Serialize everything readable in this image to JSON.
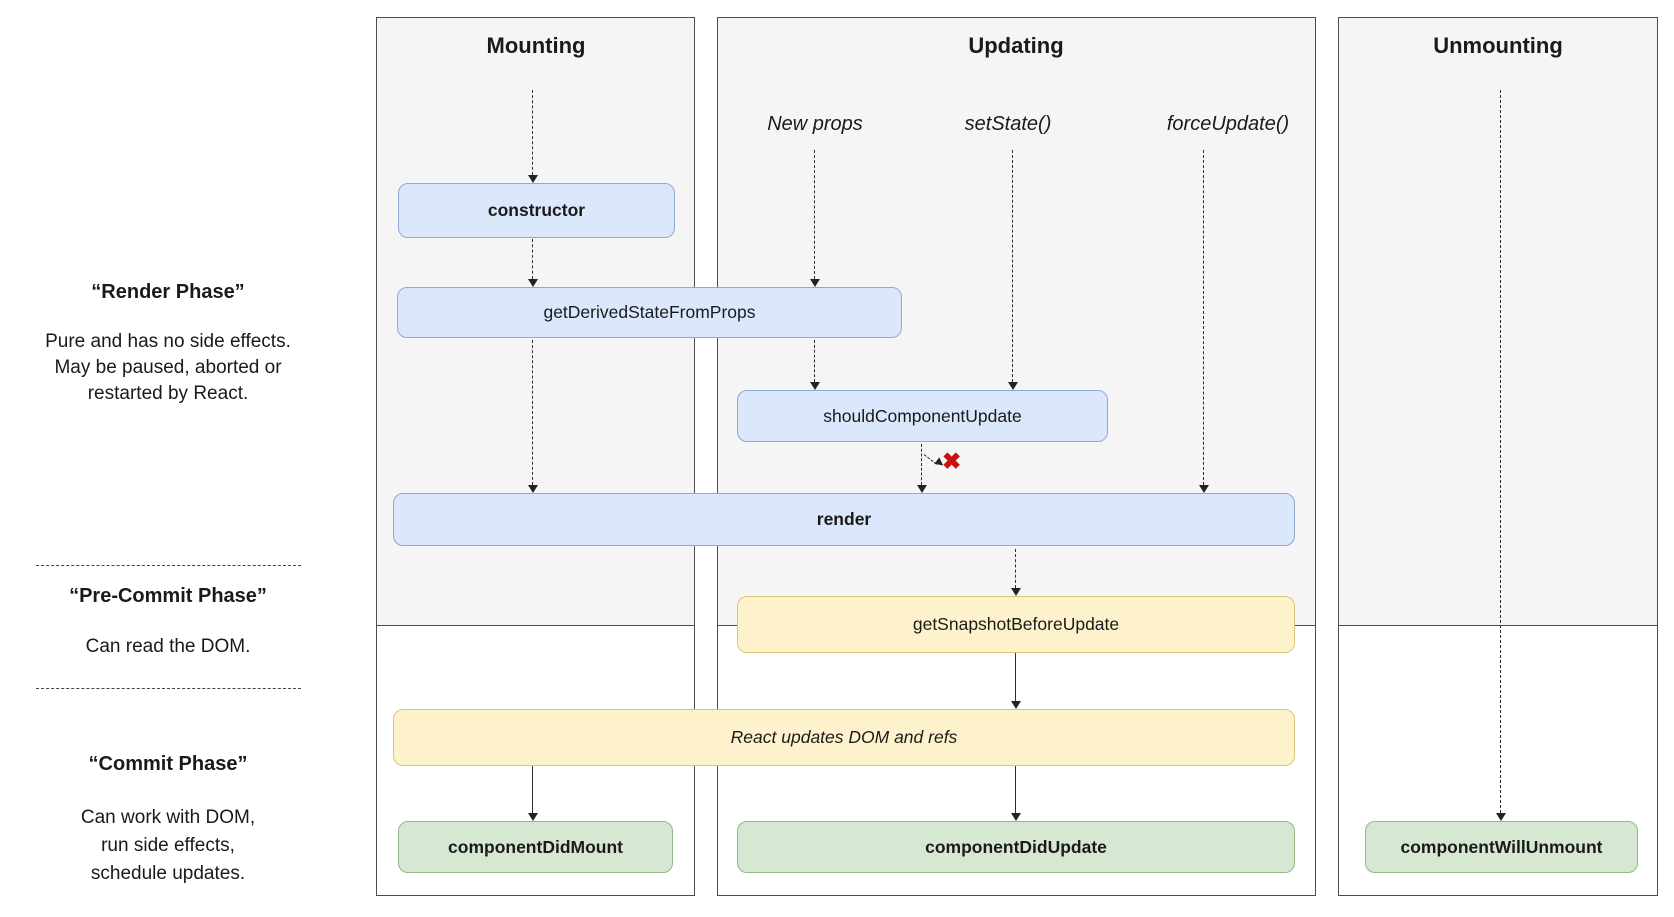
{
  "columns": {
    "mounting": {
      "title": "Mounting"
    },
    "updating": {
      "title": "Updating",
      "triggers": [
        "New props",
        "setState()",
        "forceUpdate()"
      ]
    },
    "unmounting": {
      "title": "Unmounting"
    }
  },
  "phases": {
    "render_phase": {
      "title": "“Render Phase”",
      "lines": [
        "Pure and has no side effects.",
        "May be paused, aborted or",
        "restarted by React."
      ]
    },
    "pre_commit_phase": {
      "title": "“Pre-Commit Phase”",
      "lines": [
        "Can read the DOM."
      ]
    },
    "commit_phase": {
      "title": "“Commit Phase”",
      "lines": [
        "Can work with DOM,",
        "run side effects,",
        "schedule updates."
      ]
    }
  },
  "boxes": {
    "constructor": "constructor",
    "get_derived_state_from_props": "getDerivedStateFromProps",
    "should_component_update": "shouldComponentUpdate",
    "render": "render",
    "get_snapshot_before_update": "getSnapshotBeforeUpdate",
    "react_updates_dom": "React updates DOM and refs",
    "component_did_mount": "componentDidMount",
    "component_did_update": "componentDidUpdate",
    "component_will_unmount": "componentWillUnmount"
  },
  "markers": {
    "update_blocked": "✖"
  },
  "colors": {
    "panel_bg": "#f5f5f5",
    "panel_border": "#4d4d4d",
    "lifecycle_box_bg": "#dbe8fc",
    "lifecycle_box_border": "#8ea9d2",
    "side_effect_box_bg": "#fdf2cc",
    "side_effect_box_border": "#dcc37c",
    "commit_box_bg": "#d7e8d2",
    "commit_box_border": "#93b884",
    "blocked_marker": "#cc1111",
    "arrow": "#2e2e2e"
  }
}
